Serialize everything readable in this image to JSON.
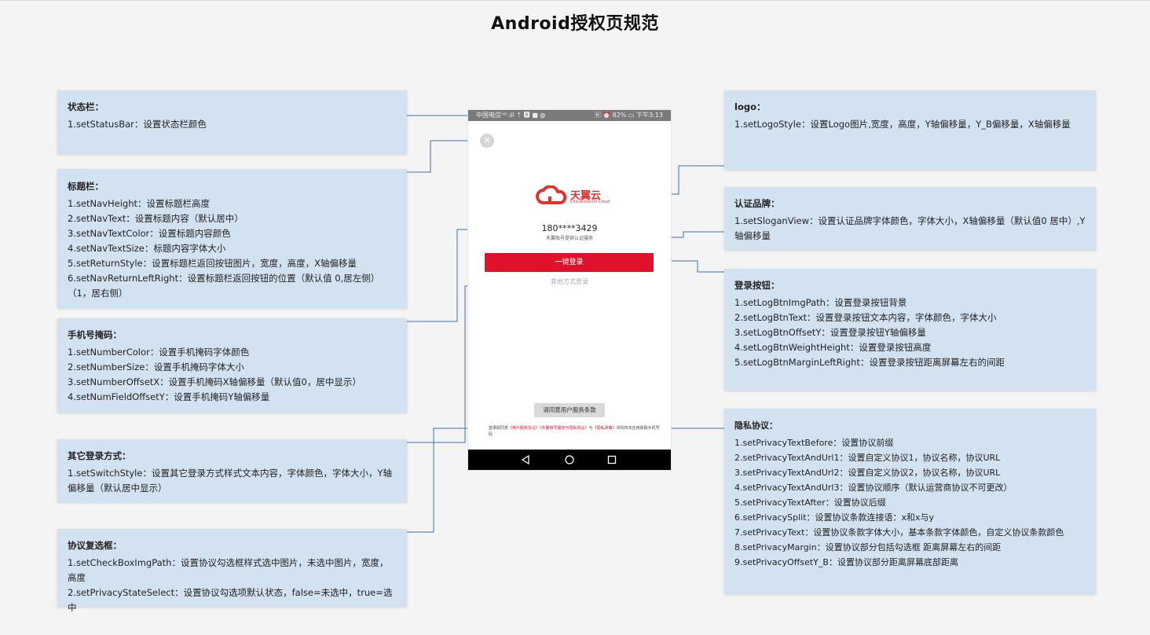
{
  "title": "Android授权页规范",
  "phone": {
    "status_left": "中国电信ᴴᴰ.ıll ⇡ 🅱 ■ ◍",
    "status_right": "🄽 ⏰ 82% ▭ 下午3:13",
    "close_glyph": "✕",
    "logo_brand": "天翼云",
    "logo_sub": "Chinatelecom Cloud",
    "number": "180****3429",
    "slogan": "天翼账号提供认证服务",
    "login_label": "一键登录",
    "other_login": "其他方式登录",
    "agree_button": "请同意用户服务条款",
    "privacy_before": "登录即同意",
    "privacy_link1": "《用户服务协议》",
    "privacy_link2": "《天翼账号服务与隐私协议》",
    "privacy_split": "与",
    "privacy_link3": "《隐私政策》",
    "privacy_after": "并授权本应用获取手机号码",
    "nav_icons": [
      "back-triangle-icon",
      "home-circle-icon",
      "recent-square-icon"
    ],
    "brand_color": "#e0112b"
  },
  "boxes": {
    "status_bar": {
      "heading": "状态栏：",
      "lines": [
        "1.setStatusBar：设置状态栏颜色"
      ]
    },
    "title_bar": {
      "heading": "标题栏：",
      "lines": [
        "1.setNavHeight：设置标题栏高度",
        "2.setNavText：设置标题内容（默认居中）",
        "3.setNavTextColor：设置标题内容颜色",
        "4.setNavTextSize：标题内容字体大小",
        "5.setReturnStyle：设置标题栏返回按钮图片，宽度，高度，X轴偏移量",
        "6.setNavReturnLeftRight：设置标题栏返回按钮的位置（默认值 0,居左侧）（1，居右侧）"
      ]
    },
    "phone_mask": {
      "heading": "手机号掩码：",
      "lines": [
        "1.setNumberColor：设置手机掩码字体颜色",
        "2.setNumberSize：设置手机掩码字体大小",
        "3.setNumberOffsetX：设置手机掩码X轴偏移量（默认值0，居中显示）",
        "4.setNumFieldOffsetY：设置手机掩码Y轴偏移量"
      ]
    },
    "other_login": {
      "heading": "其它登录方式：",
      "lines": [
        "1.setSwitchStyle：设置其它登录方式样式文本内容，字体颜色，字体大小，Y轴偏移量（默认居中显示）"
      ]
    },
    "checkbox": {
      "heading": "协议复选框：",
      "lines": [
        "1.setCheckBoxImgPath：设置协议勾选框样式选中图片，未选中图片，宽度，高度",
        "2.setPrivacyStateSelect：设置协议勾选项默认状态，false=未选中，true=选中"
      ]
    },
    "logo": {
      "heading": "logo：",
      "lines": [
        "1.setLogoStyle：设置Logo图片,宽度，高度，Y轴偏移量，Y_B偏移量，X轴偏移量"
      ]
    },
    "brand": {
      "heading": "认证品牌：",
      "lines": [
        "1.setSloganView：设置认证品牌字体颜色，字体大小，X轴偏移量（默认值0 居中）,Y轴偏移量"
      ]
    },
    "login_button": {
      "heading": "登录按钮：",
      "lines": [
        "1.setLogBtnImgPath：设置登录按钮背景",
        "2.setLogBtnText：设置登录按钮文本内容，字体颜色，字体大小",
        "3.setLogBtnOffsetY：设置登录按钮Y轴偏移量",
        "4.setLogBtnWeightHeight：设置登录按钮高度",
        "5.setLogBtnMarginLeftRight：设置登录按钮距离屏幕左右的间距"
      ]
    },
    "privacy": {
      "heading": "隐私协议：",
      "lines": [
        "1.setPrivacyTextBefore：设置协议前缀",
        "2.setPrivacyTextAndUrl1：设置自定义协议1，协议名称，协议URL",
        "3.setPrivacyTextAndUrl2：设置自定义协议2，协议名称，协议URL",
        "4.setPrivacyTextAndUrl3：设置协议顺序（默认运营商协议不可更改）",
        "5.setPrivacyTextAfter：设置协议后缀",
        "6.setPrivacySplit：设置协议条款连接语：x和x与y",
        "7.setPrivacyText：设置协议条款字体大小，基本条款字体颜色，自定义协议条款颜色",
        "8.setPrivacyMargin：设置协议部分包括勾选框 距离屏幕左右的间距",
        "9.setPrivacyOffsetY_B：设置协议部分距离屏幕底部距离"
      ]
    }
  },
  "connector_color": "#3d6fb5"
}
